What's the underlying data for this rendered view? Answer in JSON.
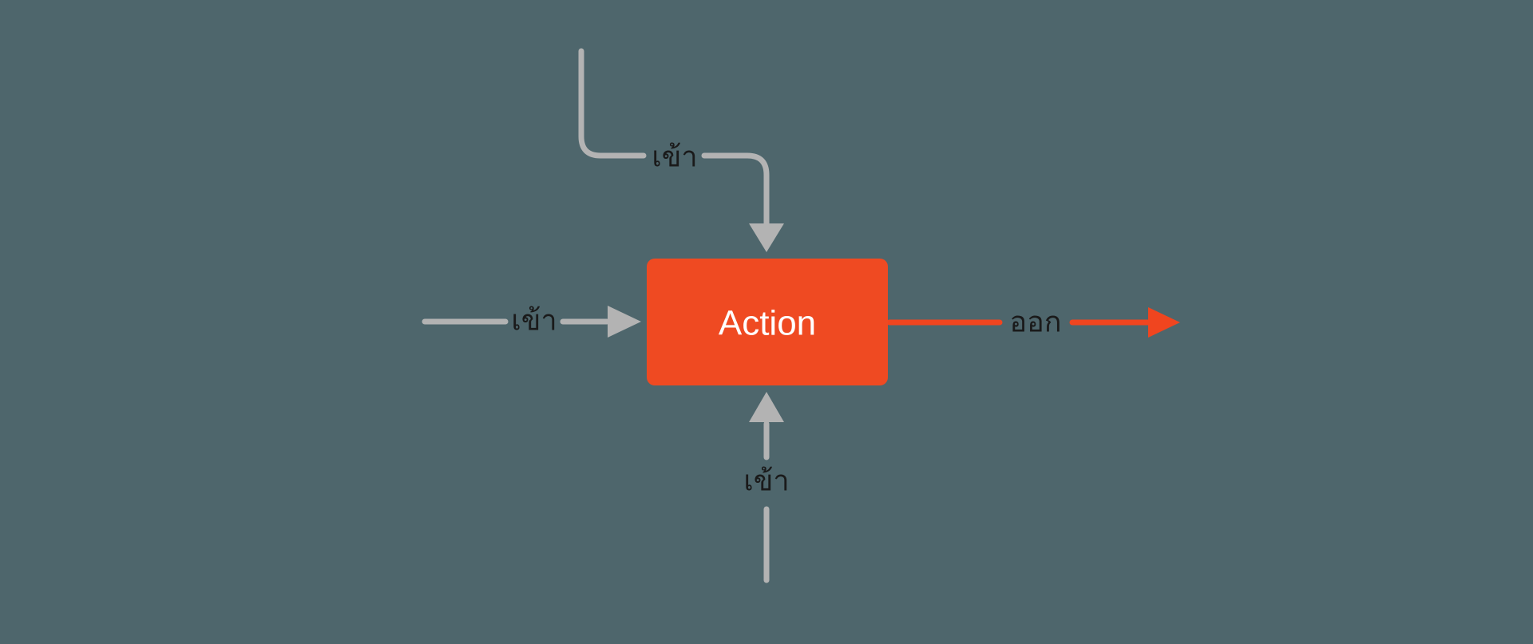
{
  "diagram": {
    "background": "#4E666C",
    "node": {
      "label": "Action",
      "fill": "#EF4A22",
      "text_color": "#FFFFFF",
      "shape": "rounded-rectangle"
    },
    "arrows": {
      "top_input": {
        "label": "เข้า",
        "type": "input",
        "color": "#B3B3B3",
        "direction": "from top-left curving down into top of node"
      },
      "left_input": {
        "label": "เข้า",
        "type": "input",
        "color": "#B3B3B3",
        "direction": "horizontal into left side of node"
      },
      "bottom_input": {
        "label": "เข้า",
        "type": "input",
        "color": "#B3B3B3",
        "direction": "vertical up into bottom of node"
      },
      "right_output": {
        "label": "ออก",
        "type": "output",
        "color": "#F0451F",
        "direction": "horizontal out of right side of node"
      }
    },
    "label_text_color": "#1A1A1A"
  }
}
